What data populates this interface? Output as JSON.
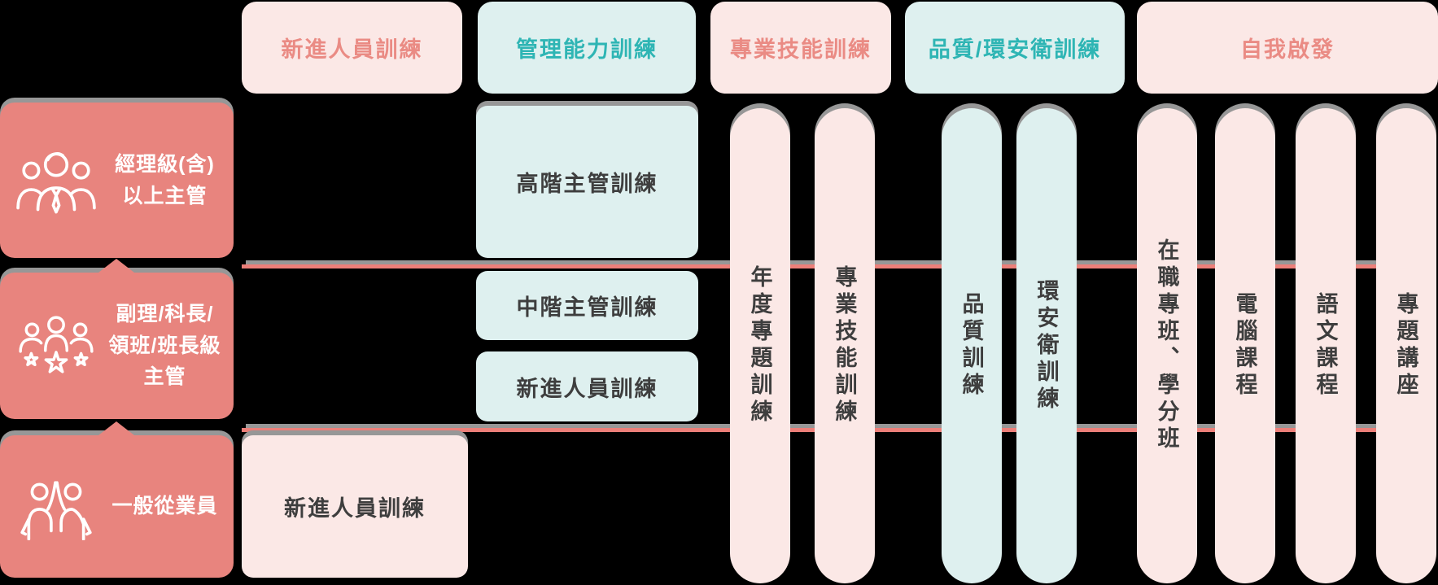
{
  "colors": {
    "coral": "#e8847e",
    "pink-bg": "#fbe8e6",
    "teal-bg": "#def0ef",
    "pink-text": "#ea8b84",
    "teal-text": "#2eb5b4",
    "dark-text": "#3e3e3e",
    "line-salmon": "#ec7f79",
    "shadow-gray": "#979797",
    "bg": "#000000"
  },
  "columns": [
    {
      "label": "新進人員訓練",
      "theme": "pink"
    },
    {
      "label": "管理能力訓練",
      "theme": "teal"
    },
    {
      "label": "專業技能訓練",
      "theme": "pink"
    },
    {
      "label": "品質/環安衛訓練",
      "theme": "teal"
    },
    {
      "label": "自我啟發",
      "theme": "pink"
    }
  ],
  "rows": [
    {
      "label": "經理級(含)\n以上主管",
      "icon": "managers-icon"
    },
    {
      "label": "副理/科長/\n領班/班長級\n主管",
      "icon": "supervisors-icon"
    },
    {
      "label": "一般從業員",
      "icon": "employees-icon"
    }
  ],
  "cells": {
    "senior_manager": "高階主管訓練",
    "mid_manager": "中階主管訓練",
    "newcomer_supervisor": "新進人員訓練",
    "newcomer_general": "新進人員訓練"
  },
  "pills": [
    {
      "label": "年度專題訓練",
      "theme": "pink"
    },
    {
      "label": "專業技能訓練",
      "theme": "pink"
    },
    {
      "label": "品質訓練",
      "theme": "teal"
    },
    {
      "label": "環安衛訓練",
      "theme": "teal"
    },
    {
      "label": "在職專班、學分班",
      "theme": "pink"
    },
    {
      "label": "電腦課程",
      "theme": "pink"
    },
    {
      "label": "語文課程",
      "theme": "pink"
    },
    {
      "label": "專題講座",
      "theme": "pink"
    }
  ]
}
